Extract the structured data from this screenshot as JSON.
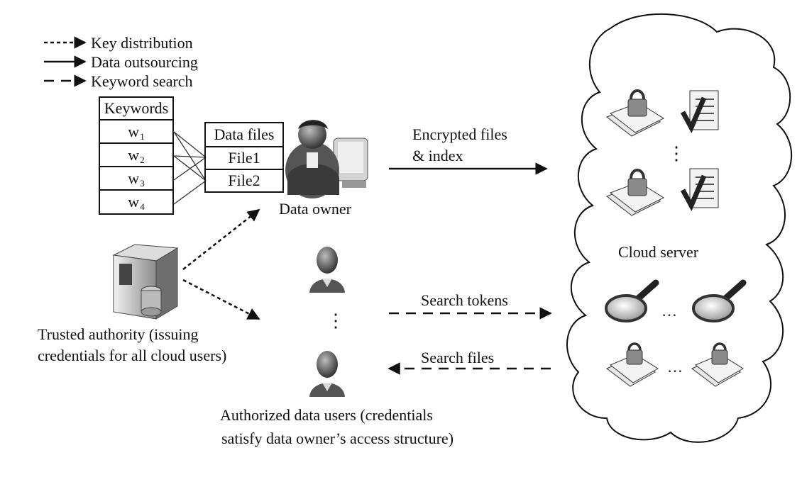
{
  "legend": {
    "key_distribution": "Key distribution",
    "data_outsourcing": "Data outsourcing",
    "keyword_search": "Keyword search"
  },
  "keywords_table": {
    "header": "Keywords",
    "rows": [
      {
        "base": "w",
        "sub": "1"
      },
      {
        "base": "w",
        "sub": "2"
      },
      {
        "base": "w",
        "sub": "3"
      },
      {
        "base": "w",
        "sub": "4"
      }
    ]
  },
  "data_files_table": {
    "header": "Data files",
    "rows": [
      "File1",
      "File2"
    ]
  },
  "labels": {
    "data_owner": "Data owner",
    "encrypted_files_line1": "Encrypted files",
    "encrypted_files_line2": "& index",
    "cloud_server": "Cloud server",
    "trusted_authority_line1": "Trusted authority (issuing",
    "trusted_authority_line2": "credentials for all cloud users)",
    "search_tokens": "Search tokens",
    "search_files": "Search files",
    "authorized_users_line1": "Authorized data users  (credentials",
    "authorized_users_line2": "satisfy data owner’s access structure)",
    "vdots": "⋮",
    "hdots": "…"
  },
  "icons": {
    "data_owner": "businessman-at-computer-icon",
    "trusted_authority": "server-tower-icon",
    "data_user": "user-silhouette-icon",
    "encrypted_file": "locked-documents-icon",
    "index": "checklist-icon",
    "search_token": "magnifier-icon",
    "cloud": "cloud-shape"
  }
}
